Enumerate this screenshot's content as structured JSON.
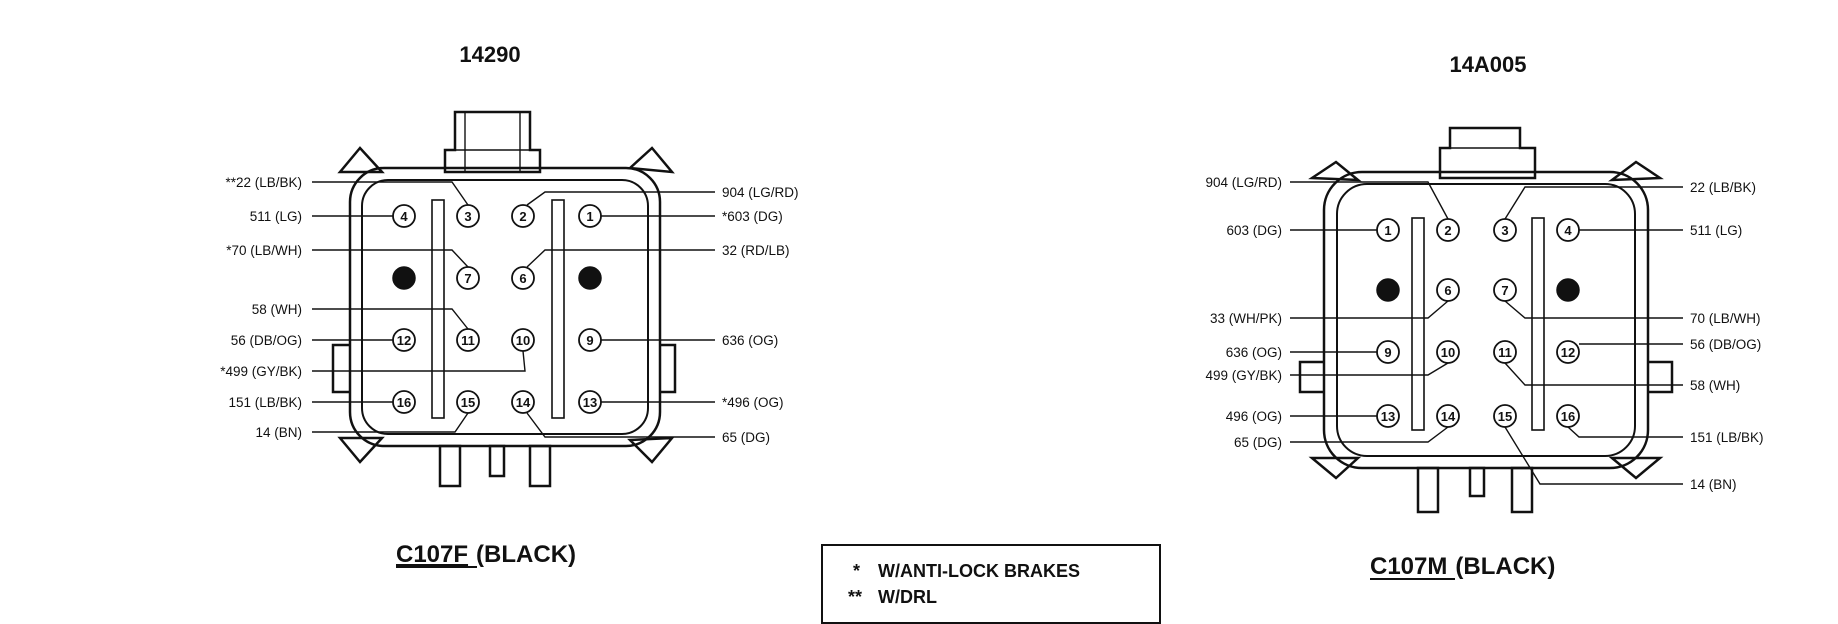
{
  "left": {
    "part_number": "14290",
    "connector_id": "C107F",
    "connector_color": "(BLACK)",
    "pins": [
      {
        "n": "1",
        "blank": false
      },
      {
        "n": "2",
        "blank": false
      },
      {
        "n": "3",
        "blank": false
      },
      {
        "n": "4",
        "blank": false
      },
      {
        "n": "5",
        "blank": true
      },
      {
        "n": "6",
        "blank": false
      },
      {
        "n": "7",
        "blank": false
      },
      {
        "n": "8",
        "blank": true
      },
      {
        "n": "9",
        "blank": false
      },
      {
        "n": "10",
        "blank": false
      },
      {
        "n": "11",
        "blank": false
      },
      {
        "n": "12",
        "blank": false
      },
      {
        "n": "13",
        "blank": false
      },
      {
        "n": "14",
        "blank": false
      },
      {
        "n": "15",
        "blank": false
      },
      {
        "n": "16",
        "blank": false
      }
    ],
    "labels_left": [
      "**22 (LB/BK)",
      "511 (LG)",
      "*70 (LB/WH)",
      "58 (WH)",
      "56 (DB/OG)",
      "*499 (GY/BK)",
      "151 (LB/BK)",
      "14 (BN)"
    ],
    "labels_right": [
      "904 (LG/RD)",
      "*603 (DG)",
      "32 (RD/LB)",
      "636 (OG)",
      "*496 (OG)",
      "65 (DG)"
    ]
  },
  "right": {
    "part_number": "14A005",
    "connector_id": "C107M",
    "connector_color": "(BLACK)",
    "pins": [
      {
        "n": "1",
        "blank": false
      },
      {
        "n": "2",
        "blank": false
      },
      {
        "n": "3",
        "blank": false
      },
      {
        "n": "4",
        "blank": false
      },
      {
        "n": "5",
        "blank": true
      },
      {
        "n": "6",
        "blank": false
      },
      {
        "n": "7",
        "blank": false
      },
      {
        "n": "8",
        "blank": true
      },
      {
        "n": "9",
        "blank": false
      },
      {
        "n": "10",
        "blank": false
      },
      {
        "n": "11",
        "blank": false
      },
      {
        "n": "12",
        "blank": false
      },
      {
        "n": "13",
        "blank": false
      },
      {
        "n": "14",
        "blank": false
      },
      {
        "n": "15",
        "blank": false
      },
      {
        "n": "16",
        "blank": false
      }
    ],
    "labels_left": [
      "904 (LG/RD)",
      "603 (DG)",
      "33 (WH/PK)",
      "636 (OG)",
      "499 (GY/BK)",
      "496 (OG)",
      "65 (DG)"
    ],
    "labels_right": [
      "22 (LB/BK)",
      "511 (LG)",
      "70 (LB/WH)",
      "56 (DB/OG)",
      "58 (WH)",
      "151 (LB/BK)",
      "14 (BN)"
    ]
  },
  "legend": {
    "items": [
      {
        "mark": "*",
        "text": "W/ANTI-LOCK BRAKES"
      },
      {
        "mark": "**",
        "text": "W/DRL"
      }
    ]
  }
}
